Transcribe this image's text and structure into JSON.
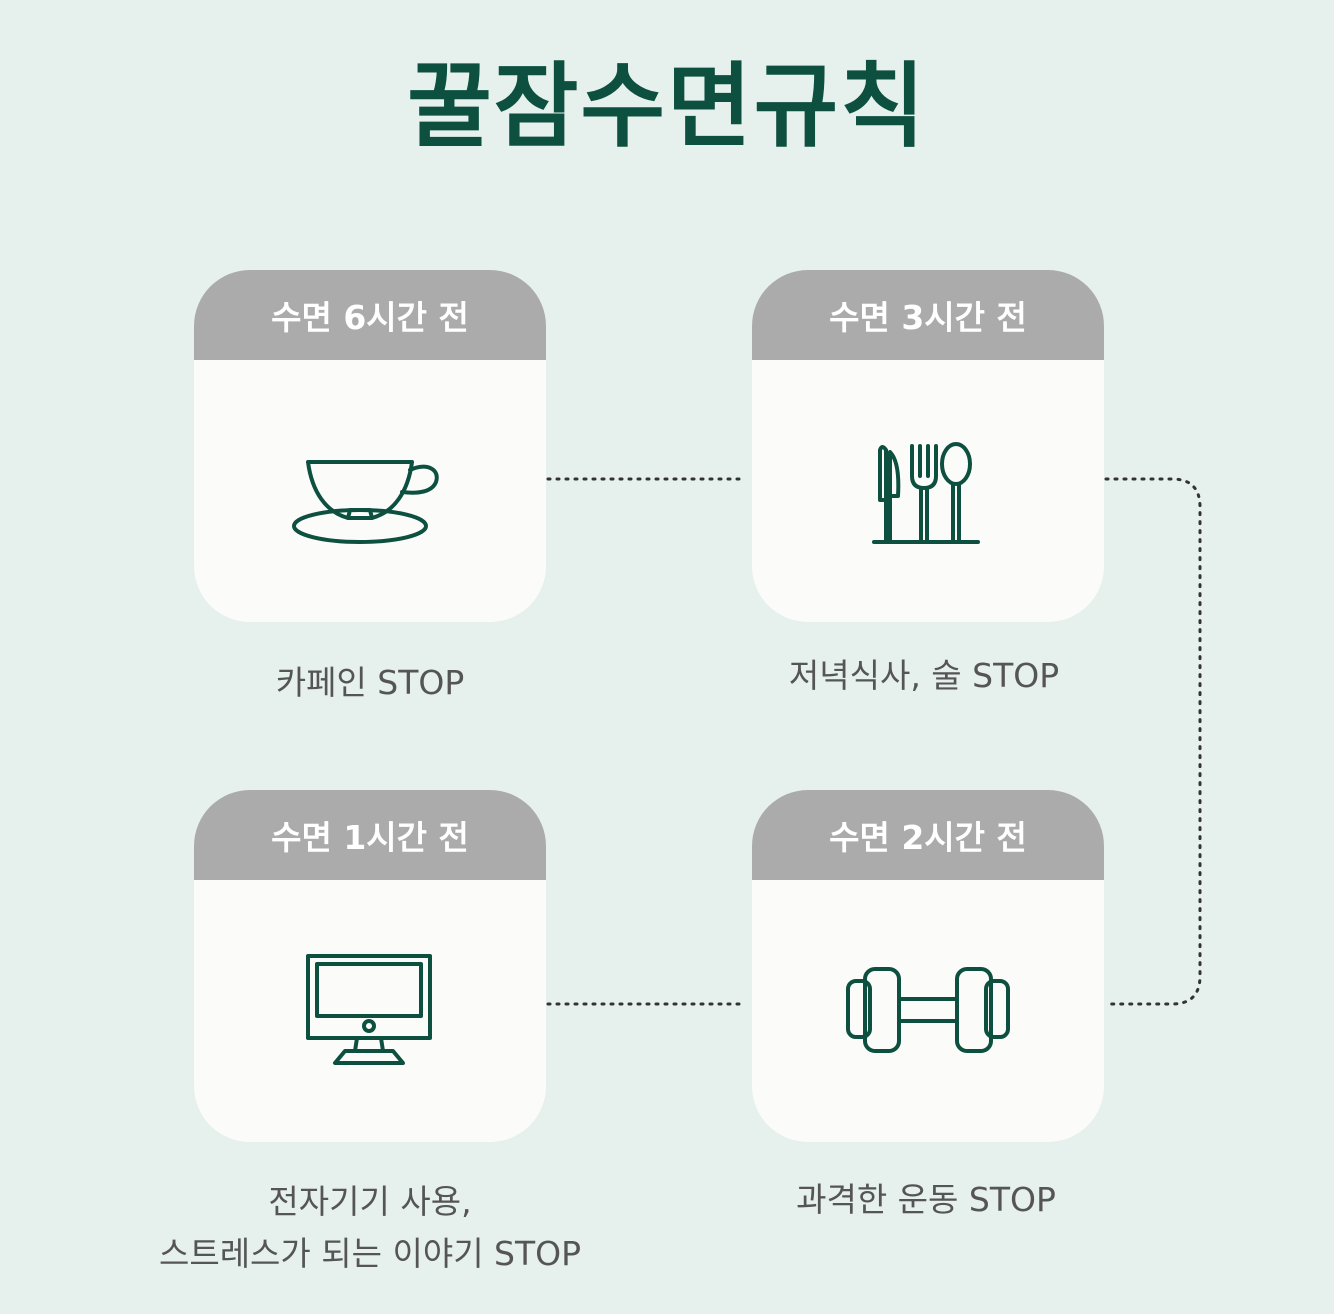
{
  "title": "꿀잠수면규칙",
  "steps": [
    {
      "header": "수면 6시간 전",
      "caption": "카페인 STOP",
      "icon": "coffee-cup-icon"
    },
    {
      "header": "수면 3시간 전",
      "caption": "저녁식사, 술 STOP",
      "icon": "cutlery-icon"
    },
    {
      "header": "수면 2시간 전",
      "caption": "과격한 운동 STOP",
      "icon": "dumbbell-icon"
    },
    {
      "header": "수면 1시간 전",
      "caption_line1": "전자기기 사용,",
      "caption_line2": "스트레스가 되는 이야기 STOP",
      "icon": "monitor-icon"
    }
  ],
  "colors": {
    "background": "#e6f0ec",
    "title": "#0e5040",
    "header": "#ababab",
    "card": "#fbfcfa",
    "icon": "#0e5040",
    "caption": "#555555"
  }
}
